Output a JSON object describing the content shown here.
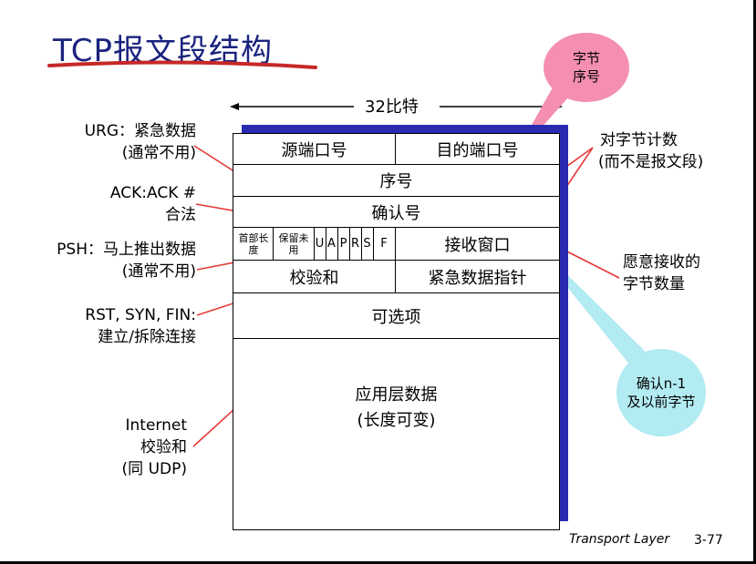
{
  "title": "TCP报文段结构",
  "bit_width": "32比特",
  "header": {
    "source_port": "源端口号",
    "dest_port": "目的端口号",
    "seq": "序号",
    "ack": "确认号",
    "hdr_len": "首部长度",
    "reserved": "保留未用",
    "flags": [
      "U",
      "A",
      "P",
      "R",
      "S",
      "F"
    ],
    "recv_window": "接收窗口",
    "checksum": "校验和",
    "urgent_ptr": "紧急数据指针",
    "options": "可选项",
    "app_data": "应用层数据",
    "app_data_note": "(长度可变)"
  },
  "annotations": {
    "urg_1": "URG：紧急数据",
    "urg_2": "(通常不用)",
    "ack_1": "ACK:ACK #",
    "ack_2": "合法",
    "psh_1": "PSH：马上推出数据",
    "psh_2": "(通常不用)",
    "rst_1": "RST, SYN, FIN:",
    "rst_2": "建立/拆除连接",
    "inet_1": "Internet",
    "inet_2": "校验和",
    "inet_3": "(同 UDP)",
    "count_1": "对字节计数",
    "count_2": "(而不是报文段)",
    "recv_1": "愿意接收的",
    "recv_2": "字节数量"
  },
  "bubbles": {
    "byte_seq_1": "字节",
    "byte_seq_2": "序号",
    "ack_n_1": "确认n-1",
    "ack_n_2": "及以前字节"
  },
  "colors": {
    "title": "#1a237e",
    "swoosh": "#c62828",
    "shadow": "#2a2ab0",
    "arrow": "#e53935",
    "pink_bubble": "#f48fb1",
    "cyan_bubble": "#b2ebf2"
  },
  "footer": "Transport Layer",
  "page_number": "3-77"
}
